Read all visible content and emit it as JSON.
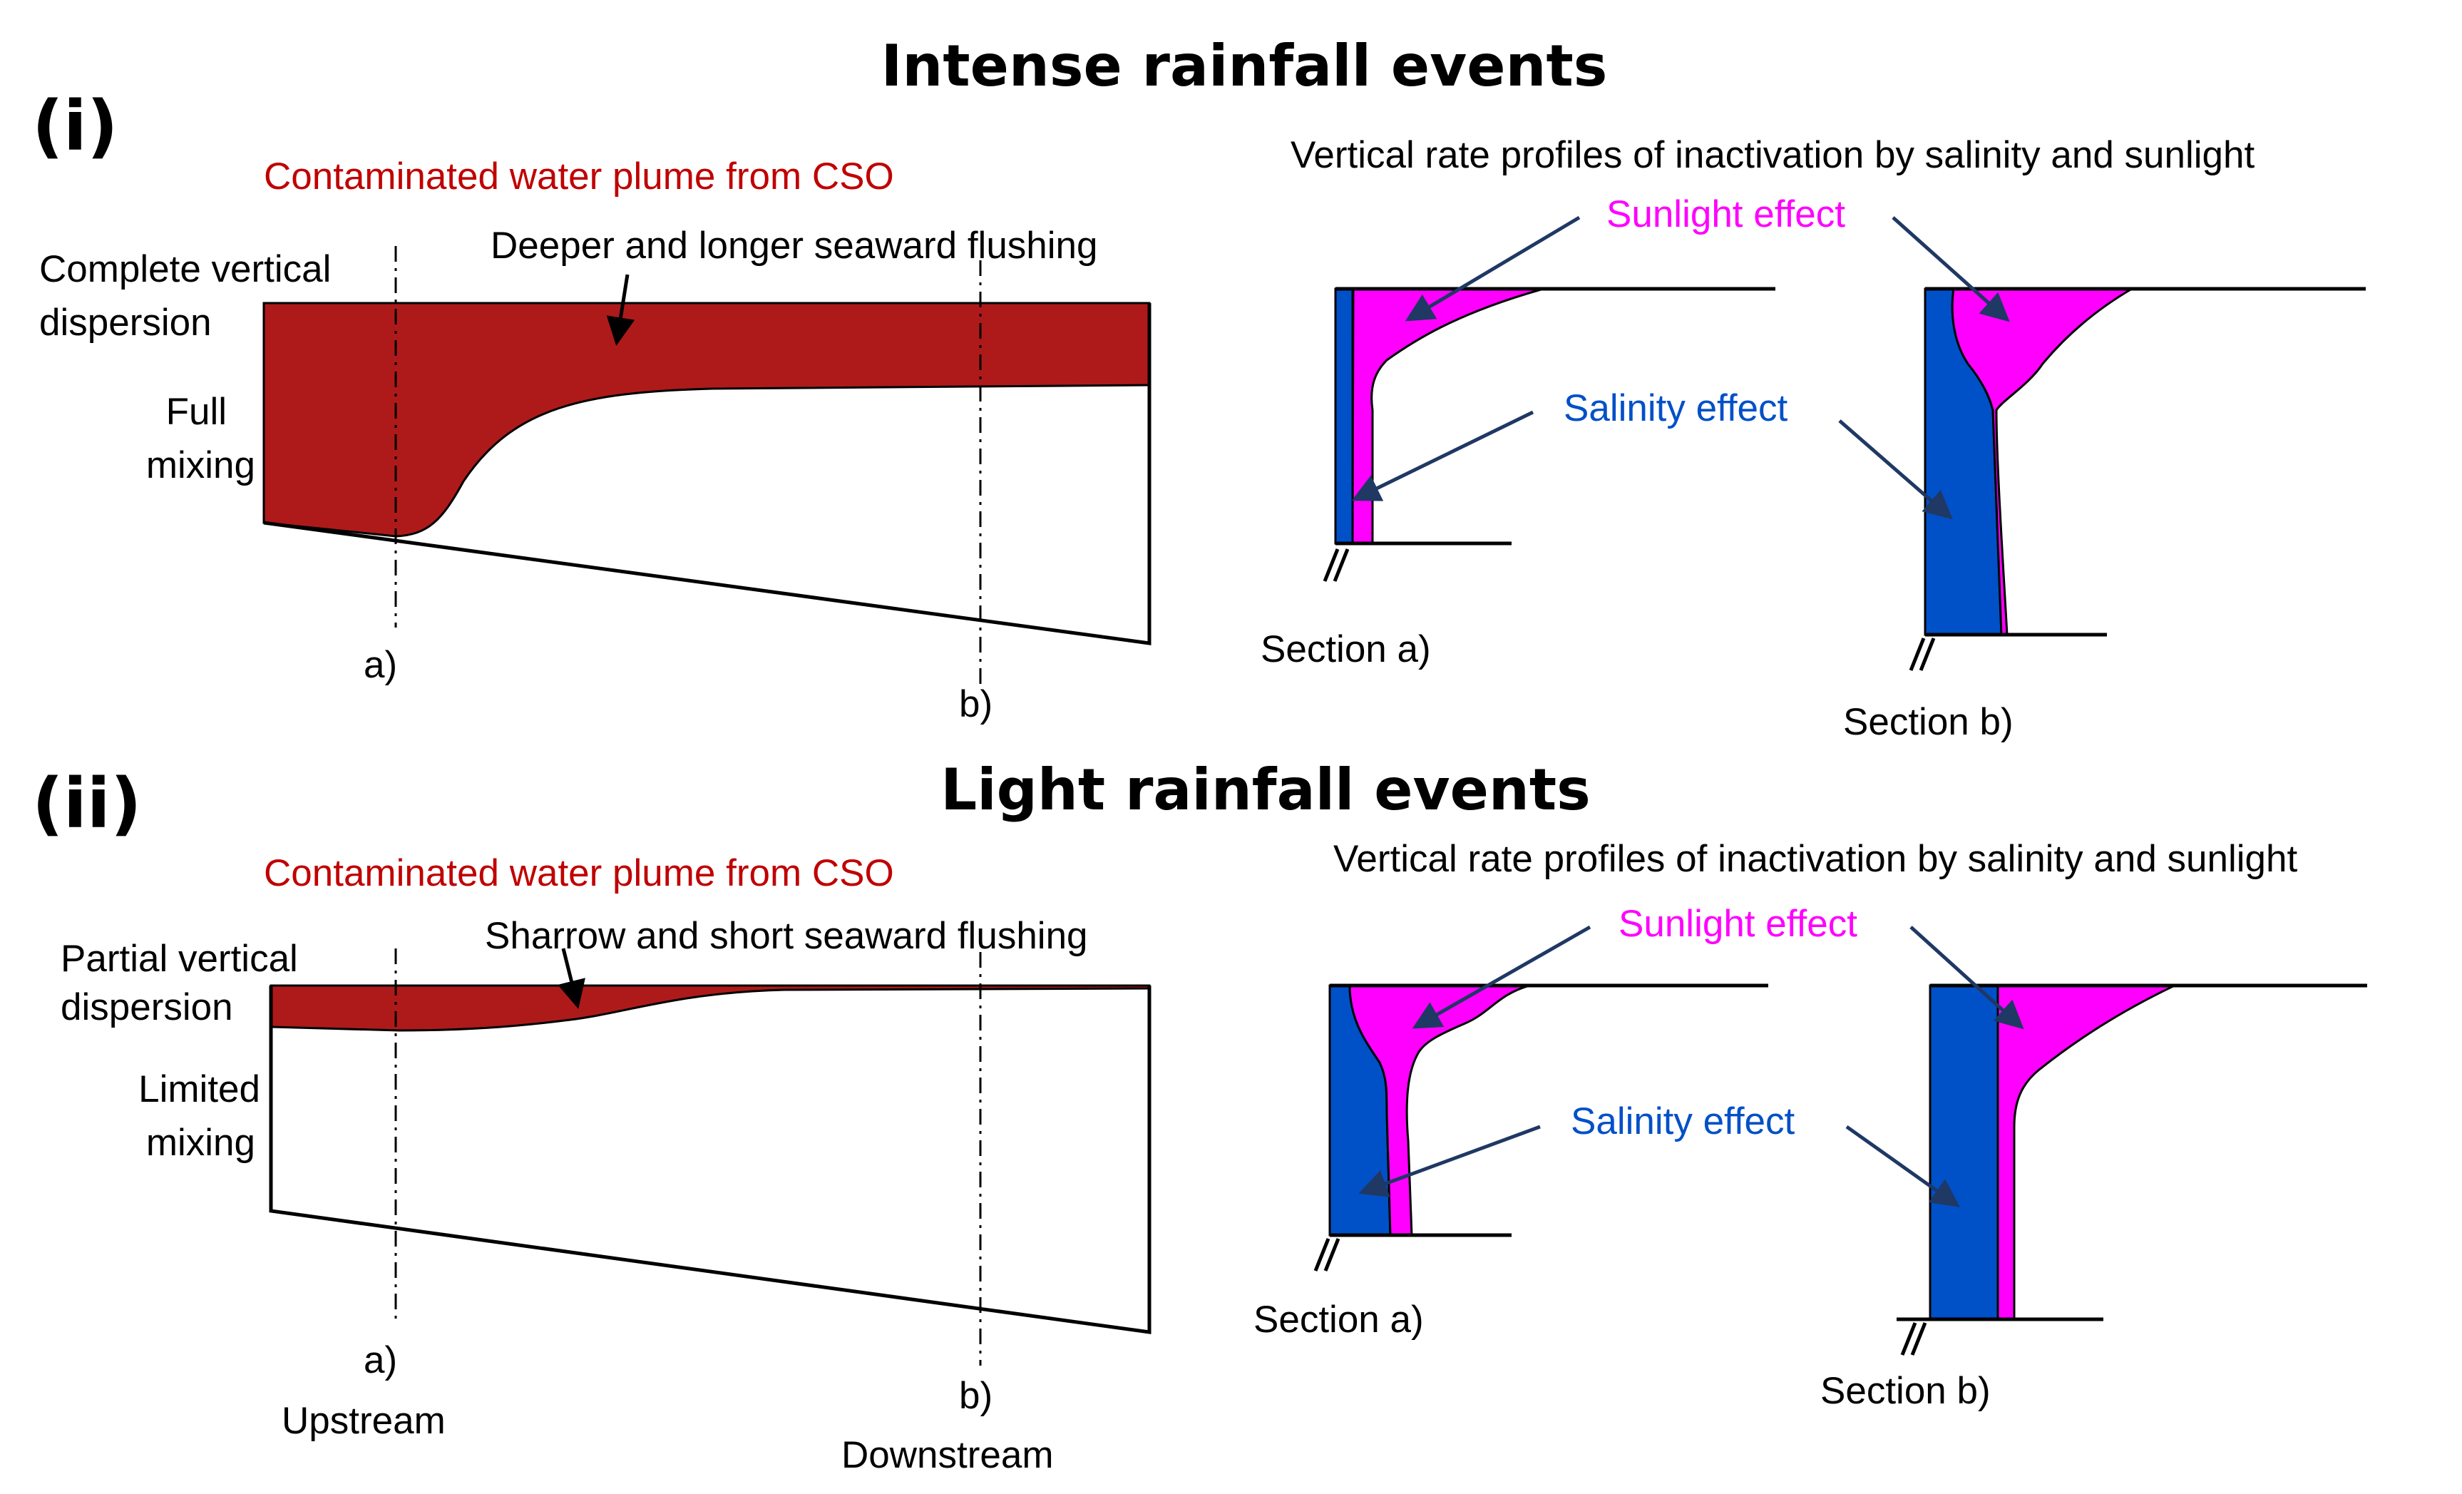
{
  "panels": [
    {
      "roman": "(i)",
      "title": "Intense rainfall events",
      "plume_label": "Contaminated water plume from CSO",
      "flushing_label": "Deeper and longer seaward flushing",
      "dispersion_label": [
        "Complete vertical",
        "dispersion"
      ],
      "mixing_label": [
        "Full",
        "mixing"
      ],
      "section_a_marker": "a)",
      "section_b_marker": "b)",
      "profiles_title": "Vertical rate profiles of inactivation by salinity and sunlight",
      "sunlight_label": "Sunlight effect",
      "salinity_label": "Salinity effect",
      "section_a_label": "Section a)",
      "section_b_label": "Section b)"
    },
    {
      "roman": "(ii)",
      "title": "Light rainfall events",
      "plume_label": "Contaminated water plume from CSO",
      "flushing_label": "Sharrow and short seaward flushing",
      "dispersion_label": [
        "Partial vertical",
        "dispersion"
      ],
      "mixing_label": [
        "Limited",
        "mixing"
      ],
      "section_a_marker": "a)",
      "section_b_marker": "b)",
      "upstream_label": "Upstream",
      "downstream_label": "Downstream",
      "profiles_title": "Vertical rate profiles of inactivation by salinity and sunlight",
      "sunlight_label": "Sunlight effect",
      "salinity_label": "Salinity effect",
      "section_a_label": "Section a)",
      "section_b_label": "Section b)"
    }
  ],
  "colors": {
    "plume": "#ae1a1a",
    "plume_text": "#c00000",
    "sunlight": "#ff00ff",
    "salinity": "#0050c8",
    "arrow": "#1f3864"
  }
}
